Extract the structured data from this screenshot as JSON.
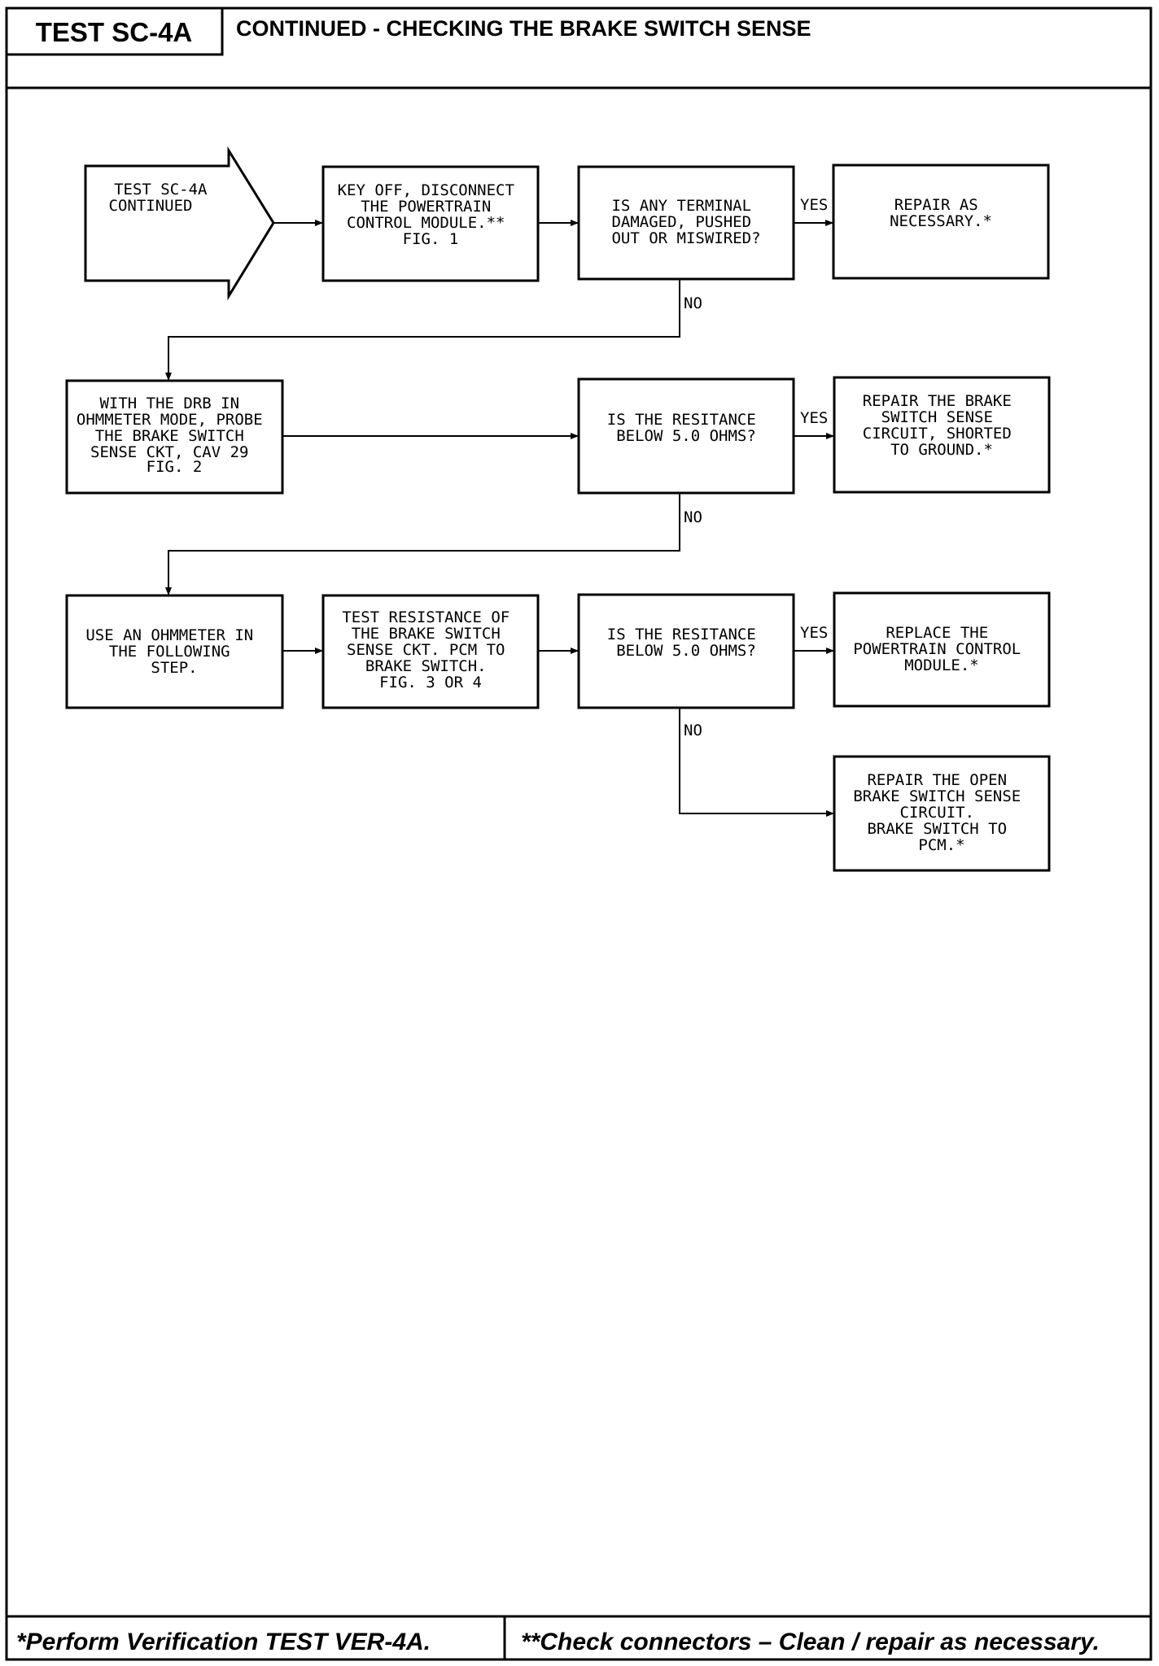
{
  "header": {
    "test_id": "TEST SC-4A",
    "title": "CONTINUED - CHECKING THE BRAKE SWITCH SENSE"
  },
  "flowchart": {
    "start": [
      "TEST SC-4A",
      "CONTINUED"
    ],
    "steps": {
      "key_off": [
        "KEY OFF, DISCONNECT",
        "THE POWERTRAIN",
        "CONTROL MODULE.**",
        "",
        "FIG. 1"
      ],
      "q_terminal": [
        "IS ANY TERMINAL",
        "DAMAGED, PUSHED",
        "OUT OR MISWIRED?"
      ],
      "repair_necessary": [
        "REPAIR AS",
        "NECESSARY.*"
      ],
      "drb_probe": [
        "WITH THE DRB IN",
        "OHMMETER MODE, PROBE",
        "THE BRAKE SWITCH",
        "SENSE CKT, CAV 29",
        "FIG. 2"
      ],
      "q_resistance_1": [
        "IS THE RESITANCE",
        "BELOW 5.0 OHMS?"
      ],
      "repair_shorted": [
        "REPAIR THE BRAKE",
        "SWITCH SENSE",
        "CIRCUIT, SHORTED",
        "TO GROUND.*"
      ],
      "use_ohmmeter": [
        "USE AN OHMMETER IN",
        "THE FOLLOWING",
        "STEP."
      ],
      "test_resistance": [
        "TEST RESISTANCE OF",
        "THE BRAKE SWITCH",
        "SENSE CKT. PCM TO",
        "BRAKE SWITCH.",
        "FIG. 3 OR 4"
      ],
      "q_resistance_2": [
        "IS THE RESITANCE",
        "BELOW 5.0 OHMS?"
      ],
      "replace_pcm": [
        "REPLACE THE",
        "POWERTRAIN CONTROL",
        "MODULE.*"
      ],
      "repair_open": [
        "REPAIR THE OPEN",
        "BRAKE SWITCH SENSE",
        "CIRCUIT.",
        "BRAKE SWITCH TO",
        "PCM.*"
      ]
    },
    "labels": {
      "yes": "YES",
      "no": "NO"
    }
  },
  "footer": {
    "note_left": "*Perform Verification TEST VER-4A.",
    "note_right": "**Check connectors – Clean / repair as necessary."
  }
}
